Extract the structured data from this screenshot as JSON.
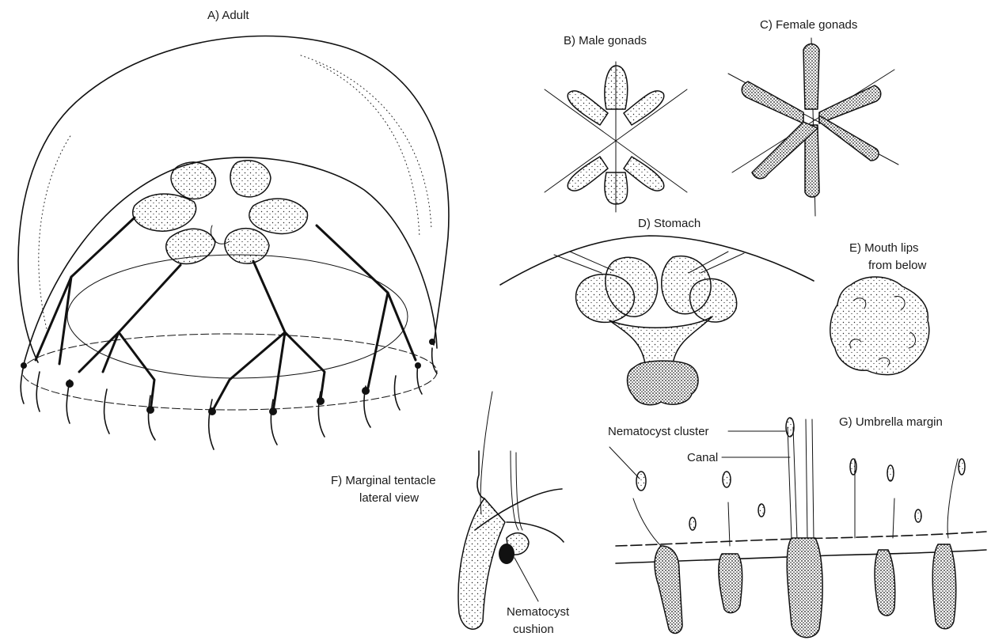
{
  "labels": {
    "adult": "A) Adult",
    "male_gonads": "B) Male gonads",
    "female_gonads": "C) Female gonads",
    "stomach": "D) Stomach",
    "mouth_lips_1": "E) Mouth lips",
    "mouth_lips_2": "from below",
    "marginal_tentacle_1": "F) Marginal tentacle",
    "marginal_tentacle_2": "lateral view",
    "nematocyst_cushion_1": "Nematocyst",
    "nematocyst_cushion_2": "cushion",
    "nematocyst_cluster": "Nematocyst cluster",
    "canal": "Canal",
    "umbrella_margin": "G) Umbrella margin"
  },
  "colors": {
    "ink": "#111111",
    "background": "#ffffff"
  }
}
